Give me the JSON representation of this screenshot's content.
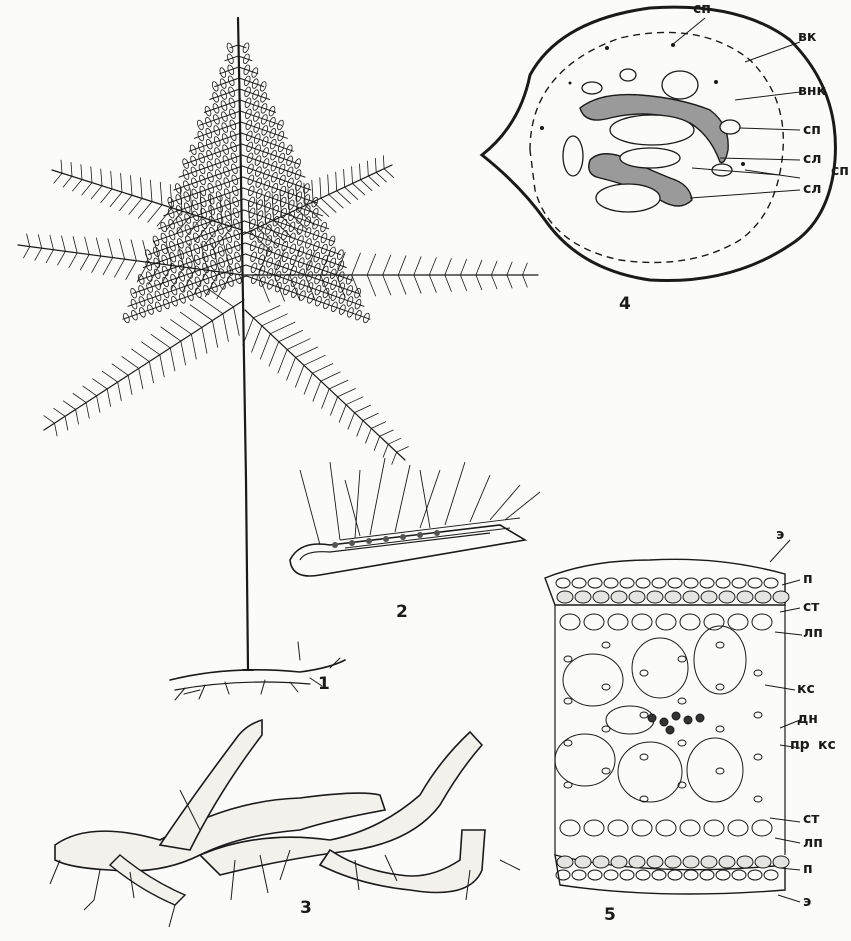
{
  "figure": {
    "numbers": {
      "n1": "1",
      "n2": "2",
      "n3": "3",
      "n4": "4",
      "n5": "5"
    },
    "stem_section_labels": {
      "sp_top": "сп",
      "vk": "вк",
      "vnk": "внк",
      "sp_right": "сп",
      "sl_1": "сл",
      "sp_edge": "сп",
      "sl_2": "сл"
    },
    "rhizome_section_labels": {
      "e_top": "э",
      "p_top": "п",
      "st_top": "ст",
      "lp_top": "лп",
      "ks_1": "кс",
      "dn": "дн",
      "pr": "пр",
      "ks_2": "кс",
      "st_bottom": "ст",
      "lp_bottom": "лп",
      "p_bottom": "п",
      "e_bottom": "э"
    },
    "colors": {
      "ink": "#1a1a1a",
      "paper": "#fbfbf9",
      "stipple": "#8a8a8a"
    }
  }
}
